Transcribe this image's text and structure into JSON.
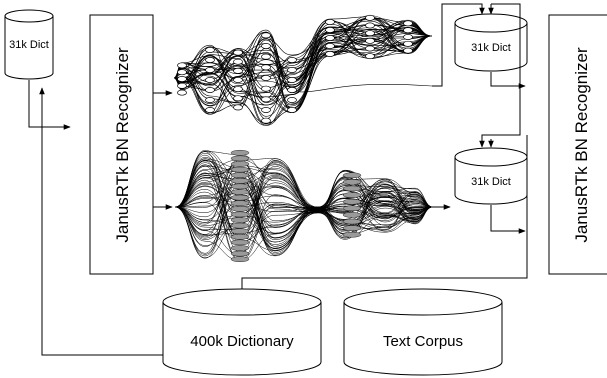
{
  "cache_top_left": {
    "label": "31k Dict"
  },
  "recognizer_left": {
    "label": "JanusRTk BN Recognizer"
  },
  "cache_top_right": {
    "label": "31k Dict"
  },
  "cache_mid_right": {
    "label": "31k Dict"
  },
  "recognizer_right": {
    "label": "JanusRTk BN Recognizer"
  },
  "big_dictionary": {
    "label": "400k Dictionary"
  },
  "text_corpus": {
    "label": "Text Corpus"
  }
}
